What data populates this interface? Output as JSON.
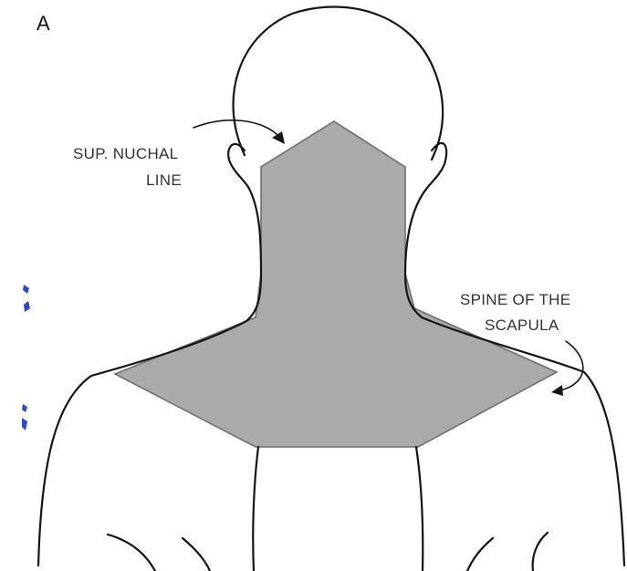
{
  "figure": {
    "panel_label": "A",
    "labels": {
      "nuchal_line_1": "SUP. NUCHAL",
      "nuchal_line_2": "LINE",
      "scapula_1": "SPINE OF THE",
      "scapula_2": "SCAPULA"
    },
    "colors": {
      "outline": "#151515",
      "shaded_region": "#aaaaaa",
      "region_border": "#6f6f6f",
      "edge_marks": "#2f48c8"
    }
  }
}
